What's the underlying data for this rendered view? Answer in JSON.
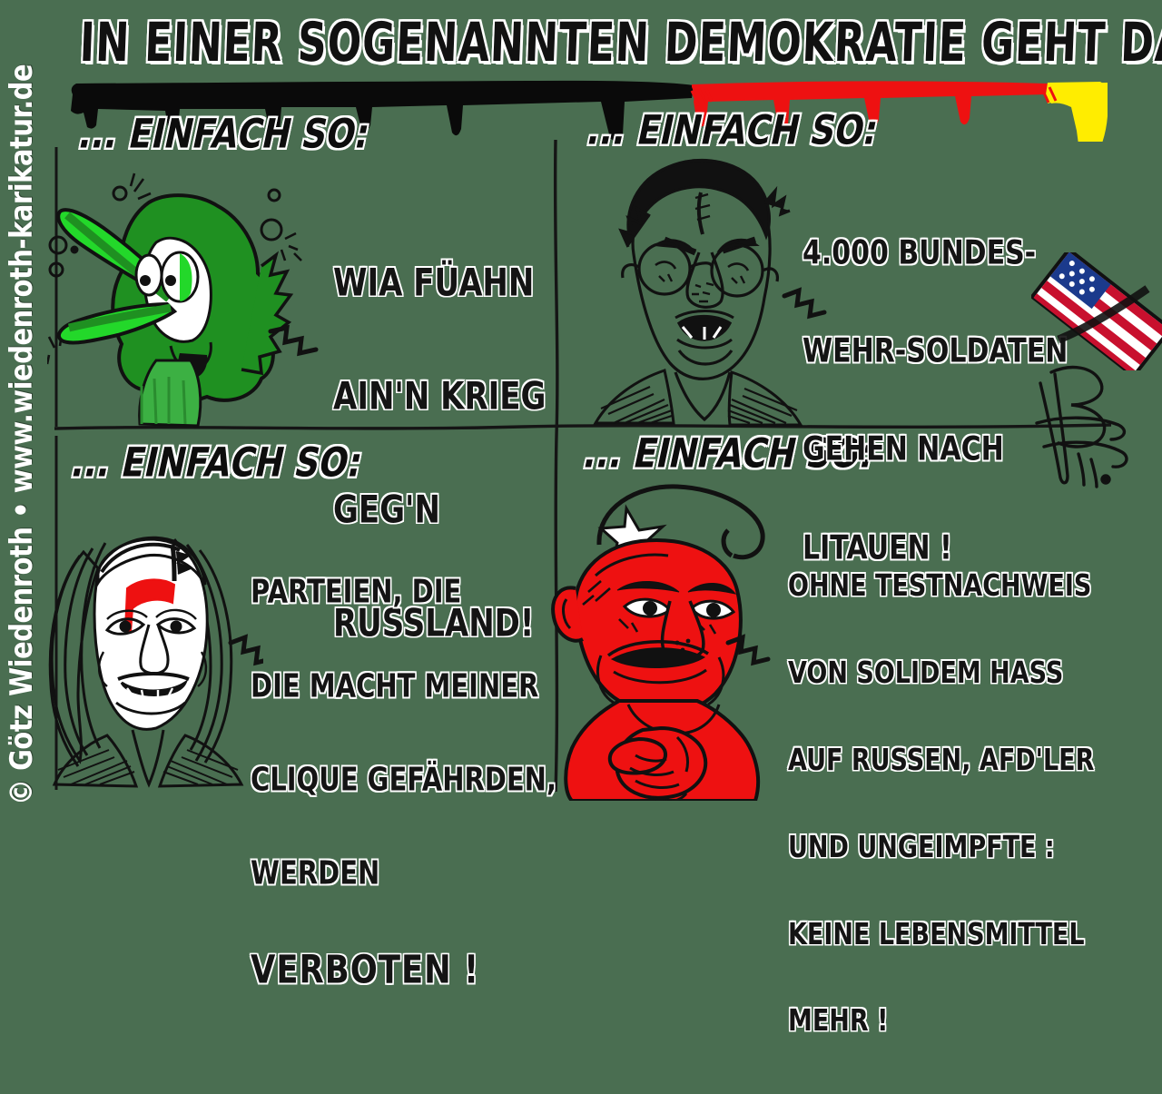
{
  "meta": {
    "background_color": "#4a6e51",
    "ink_color": "#141414",
    "paper_color": "#ffffff"
  },
  "watermark": {
    "text": "© Götz Wiedenroth • www.wiedenroth-karikatur.de"
  },
  "title": {
    "text": "IN EINER SOGENANNTEN DEMOKRATIE GEHT DAS..."
  },
  "flag_bar": {
    "name": "german-flag-stripe",
    "colors": [
      "#0a0a0a",
      "#ee1111",
      "#ffed00"
    ],
    "labels": [
      "schwarz",
      "rot",
      "gold"
    ]
  },
  "panels": [
    {
      "id": "panel-top-left",
      "heading": "... EINFACH SO:",
      "figure": {
        "name": "green-bird-caricature",
        "colors": [
          "#1f9021",
          "#23d82a",
          "#0d0d0d"
        ]
      },
      "speech_lines": [
        "WIA FÜAHN",
        "AIN'N KRIEG",
        "GEG'N",
        "RUSSLAND!"
      ]
    },
    {
      "id": "panel-top-right",
      "heading": "... EINFACH SO:",
      "figure": {
        "name": "defence-minister-caricature",
        "colors": [
          "#111111",
          "#ffffff"
        ]
      },
      "speech_lines": [
        "4.000 BUNDES-",
        "WEHR-SOLDATEN",
        "GEHEN NACH",
        "LITAUEN !"
      ],
      "prop": {
        "name": "us-flag",
        "colors": [
          "#c8102e",
          "#ffffff",
          "#1b3a8c"
        ]
      }
    },
    {
      "id": "panel-bottom-left",
      "heading": "... EINFACH SO:",
      "figure": {
        "name": "interior-minister-caricature",
        "colors": [
          "#111111",
          "#ee1111"
        ]
      },
      "speech_lines": [
        "PARTEIEN, DIE",
        "DIE MACHT MEINER",
        "CLIQUE GEFÄHRDEN,",
        "WERDEN",
        "VERBOTEN !"
      ],
      "emphasis_line_index": 4
    },
    {
      "id": "panel-bottom-right",
      "heading": "... EINFACH SO:",
      "figure": {
        "name": "red-devil-health-minister-caricature",
        "colors": [
          "#ee1111",
          "#111111"
        ]
      },
      "speech_lines": [
        "OHNE TESTNACHWEIS",
        "VON SOLIDEM HASS",
        "AUF RUSSEN, AFD'LER",
        "UND UNGEIMPFTE :",
        "KEINE LEBENSMITTEL",
        "MEHR !"
      ],
      "bold_word": "HASS"
    }
  ],
  "signature": {
    "name": "artist-signature",
    "text": "W"
  }
}
